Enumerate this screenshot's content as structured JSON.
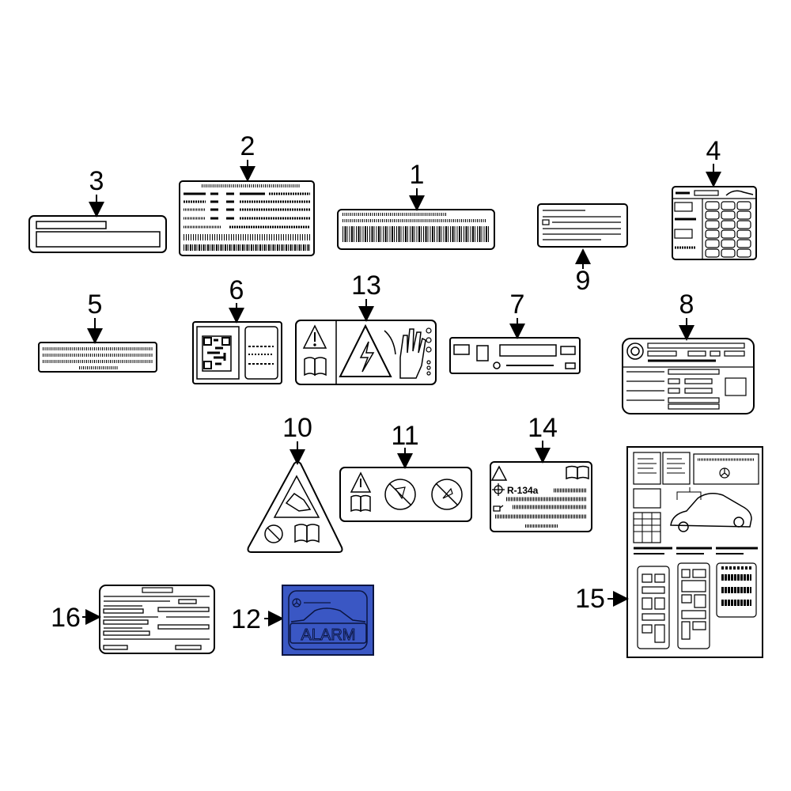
{
  "diagram": {
    "callouts": [
      {
        "id": "1",
        "number": "1"
      },
      {
        "id": "2",
        "number": "2"
      },
      {
        "id": "3",
        "number": "3"
      },
      {
        "id": "4",
        "number": "4"
      },
      {
        "id": "5",
        "number": "5"
      },
      {
        "id": "6",
        "number": "6"
      },
      {
        "id": "7",
        "number": "7"
      },
      {
        "id": "8",
        "number": "8"
      },
      {
        "id": "9",
        "number": "9"
      },
      {
        "id": "10",
        "number": "10"
      },
      {
        "id": "11",
        "number": "11"
      },
      {
        "id": "12",
        "number": "12"
      },
      {
        "id": "13",
        "number": "13"
      },
      {
        "id": "14",
        "number": "14"
      },
      {
        "id": "15",
        "number": "15"
      },
      {
        "id": "16",
        "number": "16"
      }
    ],
    "label_14_refrigerant": "R-134a",
    "label_12_text": "ALARM",
    "colors": {
      "line": "#000000",
      "background": "#ffffff",
      "alarm_fill": "#3a57c4",
      "alarm_line": "#0b1540"
    }
  }
}
